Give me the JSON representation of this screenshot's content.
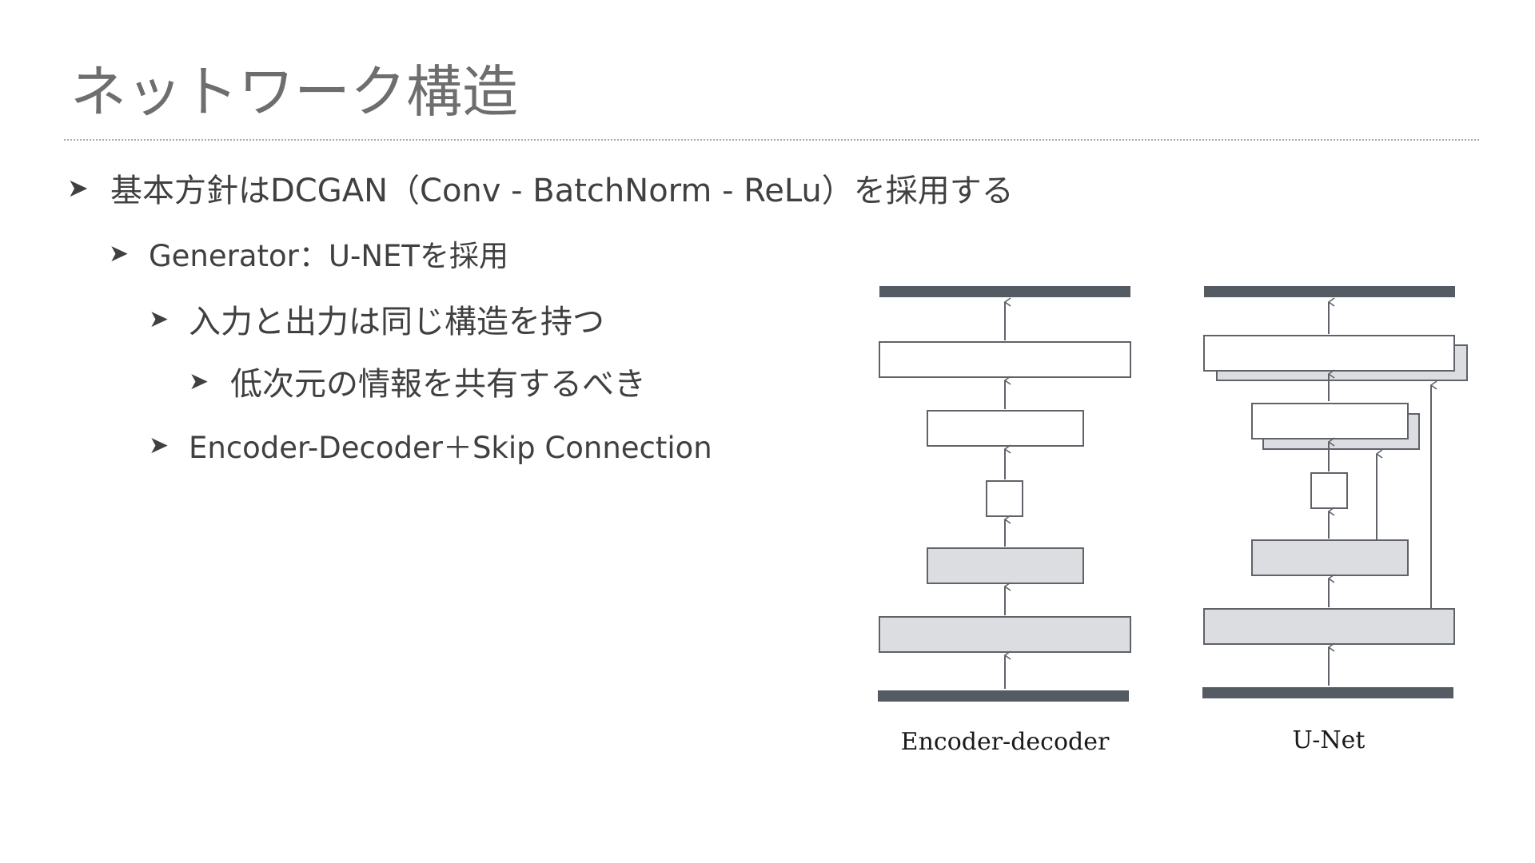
{
  "slide": {
    "title": "ネットワーク構造",
    "bullets": [
      "基本方針はDCGAN（Conv - BatchNorm - ReLu）を採用する",
      "Generator：U-NETを採用",
      "入力と出力は同じ構造を持つ",
      "低次元の情報を共有するべき",
      "Encoder-Decoder＋Skip Connection"
    ],
    "bullet_marker": "➤"
  },
  "figure": {
    "left_label": "Encoder-decoder",
    "right_label": "U-Net",
    "colors": {
      "bar": "#555b63",
      "box_stroke": "#5f6369",
      "encoder_fill": "#dcdde0",
      "decoder_fill": "#ffffff",
      "arrow": "#5f6369"
    }
  }
}
